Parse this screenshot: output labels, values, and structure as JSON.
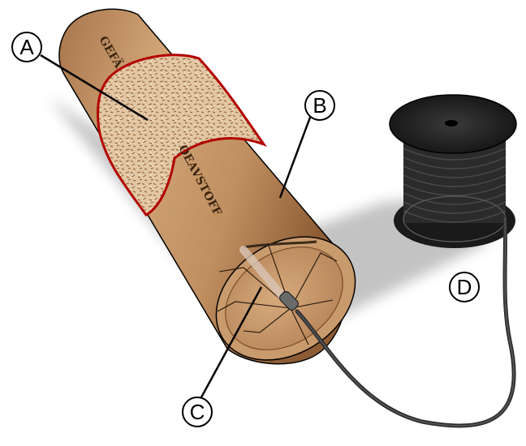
{
  "labels": {
    "a": "A",
    "b": "B",
    "c": "C",
    "d": "D"
  },
  "stamp": {
    "top": "GEFÄ",
    "bottom": "OEAVSTOFF"
  },
  "colors": {
    "casing": "#c89a6c",
    "casing_dark": "#8a5a33",
    "cutaway_outline": "#b30000",
    "filling": "#d9b28a",
    "spool": "#2a2a2a",
    "wire": "#333333"
  }
}
